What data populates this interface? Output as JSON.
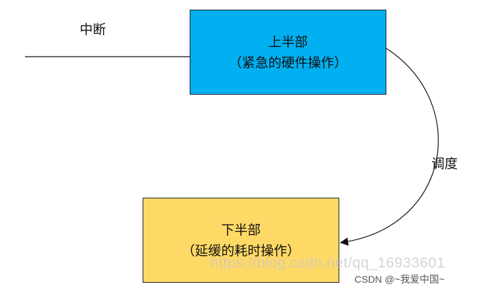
{
  "diagram": {
    "interrupt_label": "中断",
    "schedule_label": "调度",
    "top_half": {
      "title": "上半部",
      "subtitle": "（紧急的硬件操作）",
      "color": "#00B0F0"
    },
    "bottom_half": {
      "title": "下半部",
      "subtitle": "（延缓的耗时操作）",
      "color": "#FFD966"
    }
  },
  "watermark": {
    "url_text": "https://blog.csdn.net/qq_16933601",
    "csdn_text": "CSDN @~我爱中国~"
  }
}
